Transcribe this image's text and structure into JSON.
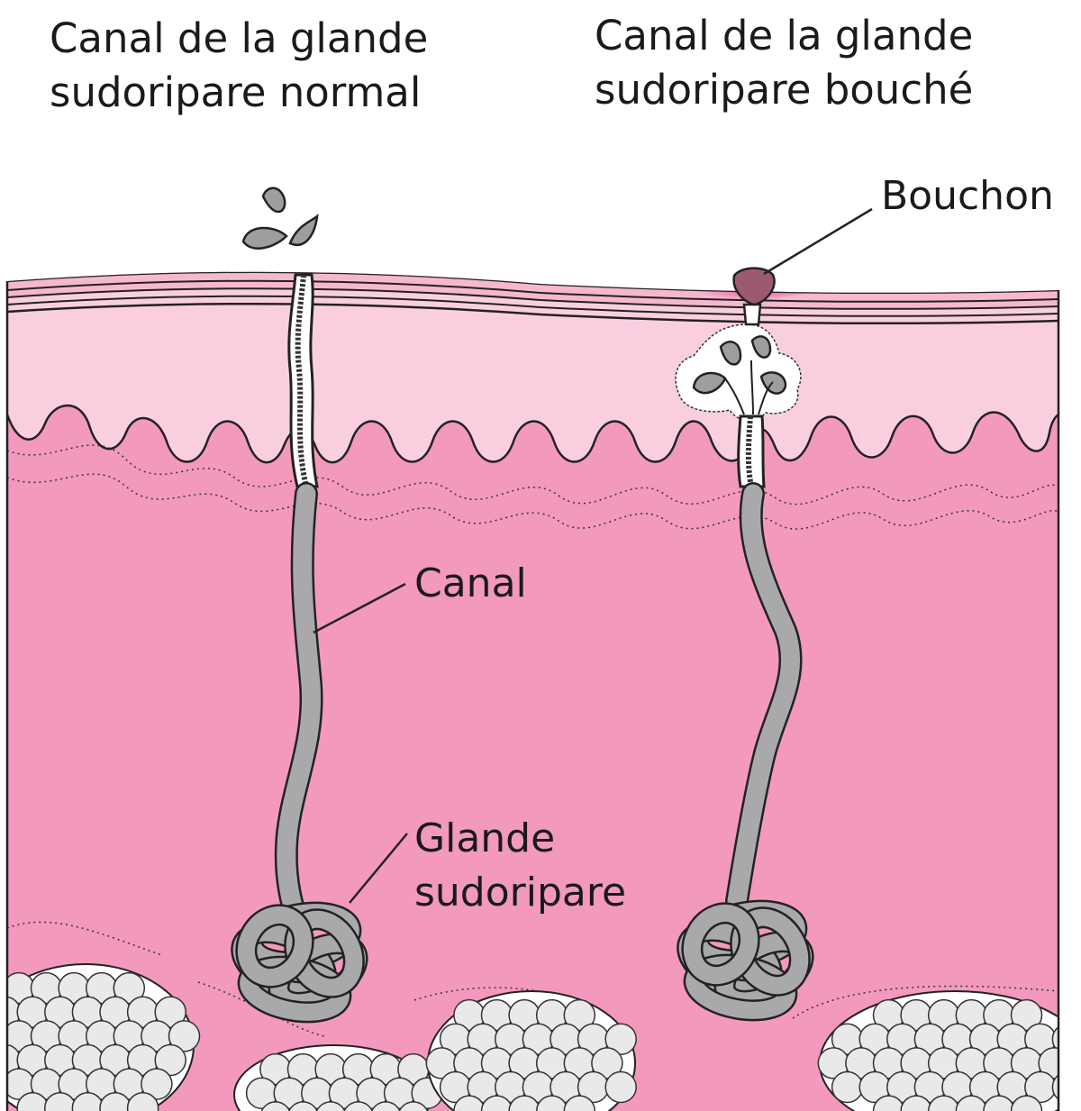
{
  "titles": {
    "normal_line1": "Canal de la glande",
    "normal_line2": "sudoripare normal",
    "blocked_line1": "Canal de la glande",
    "blocked_line2": "sudoripare bouché"
  },
  "labels": {
    "plug": "Bouchon",
    "duct": "Canal",
    "gland_line1": "Glande",
    "gland_line2": "sudoripare"
  },
  "colors": {
    "dermis": "#f399bd",
    "epidermis": "#f9cfe0",
    "stratum_corneum": "#f6b7cf",
    "duct": "#a9a9ab",
    "fat_cell": "#e9e9e9",
    "plug": "#9c5a6e",
    "sweat": "#9e9e9e"
  }
}
